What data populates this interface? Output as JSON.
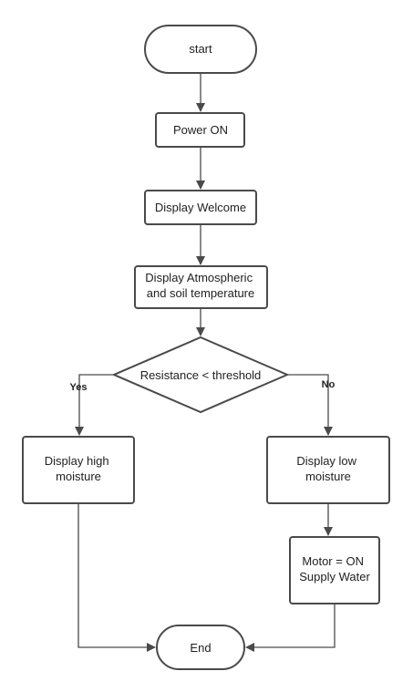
{
  "diagram": {
    "colors": {
      "stroke": "#4a4a4a",
      "fill": "#ffffff",
      "text": "#222222"
    },
    "nodes": {
      "start": {
        "lines": [
          "start"
        ]
      },
      "power_on": {
        "lines": [
          "Power ON"
        ]
      },
      "display_welcome": {
        "lines": [
          "Display Welcome"
        ]
      },
      "display_atmospheric": {
        "lines": [
          "Display Atmospheric",
          "and soil temperature"
        ]
      },
      "decision": {
        "lines": [
          "Resistance < threshold"
        ]
      },
      "display_high": {
        "lines": [
          "Display high",
          "moisture"
        ]
      },
      "display_low": {
        "lines": [
          "Display low",
          "moisture"
        ]
      },
      "motor_on": {
        "lines": [
          "Motor = ON",
          "Supply Water"
        ]
      },
      "end": {
        "lines": [
          "End"
        ]
      }
    },
    "edge_labels": {
      "yes": "Yes",
      "no": "No"
    }
  }
}
